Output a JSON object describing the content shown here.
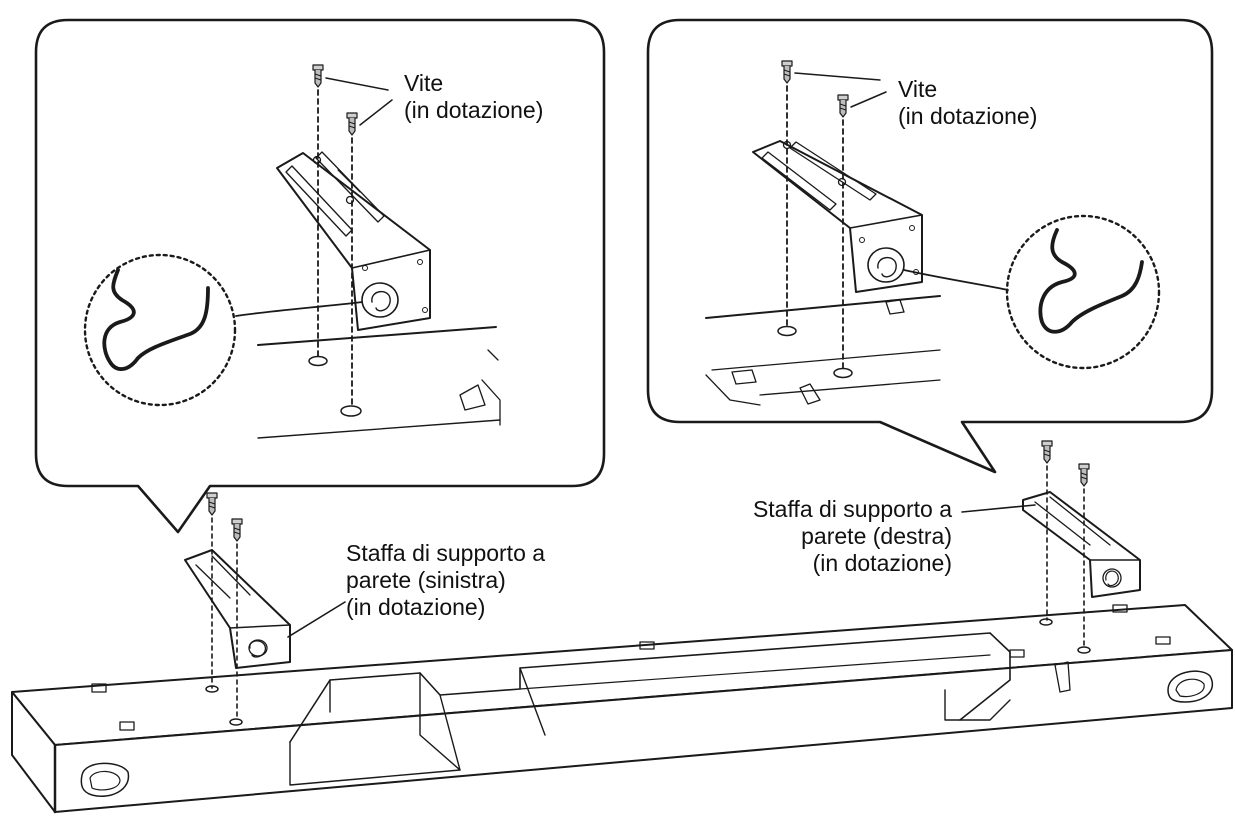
{
  "callout_left": {
    "screw_label": {
      "line1": "Vite",
      "line2": "(in dotazione)"
    }
  },
  "callout_right": {
    "screw_label": {
      "line1": "Vite",
      "line2": "(in dotazione)"
    }
  },
  "bracket_left_label": {
    "line1": "Staffa di supporto a",
    "line2": "parete (sinistra)",
    "line3": "(in dotazione)"
  },
  "bracket_right_label": {
    "line1": "Staffa di supporto a",
    "line2": "parete (destra)",
    "line3": "(in dotazione)"
  },
  "colors": {
    "line": "#1a1a1a",
    "background": "#ffffff"
  }
}
